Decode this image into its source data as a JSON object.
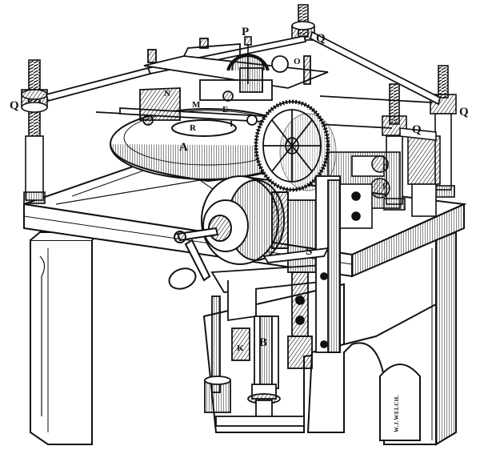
{
  "labels": {
    "P": "P",
    "Q_top": "Q",
    "Q_left": "Q",
    "Q_right": "Q",
    "Q_far_right": "Q",
    "O": "O",
    "N": "N",
    "M": "M",
    "E": "E",
    "R": "R",
    "I": "I",
    "A": "A",
    "D": "D",
    "F": "F",
    "S": "S",
    "K": "K",
    "B": "B"
  },
  "signature": "W.J.WELCH.",
  "colors": {
    "ink": "#111111",
    "paper": "#ffffff"
  }
}
